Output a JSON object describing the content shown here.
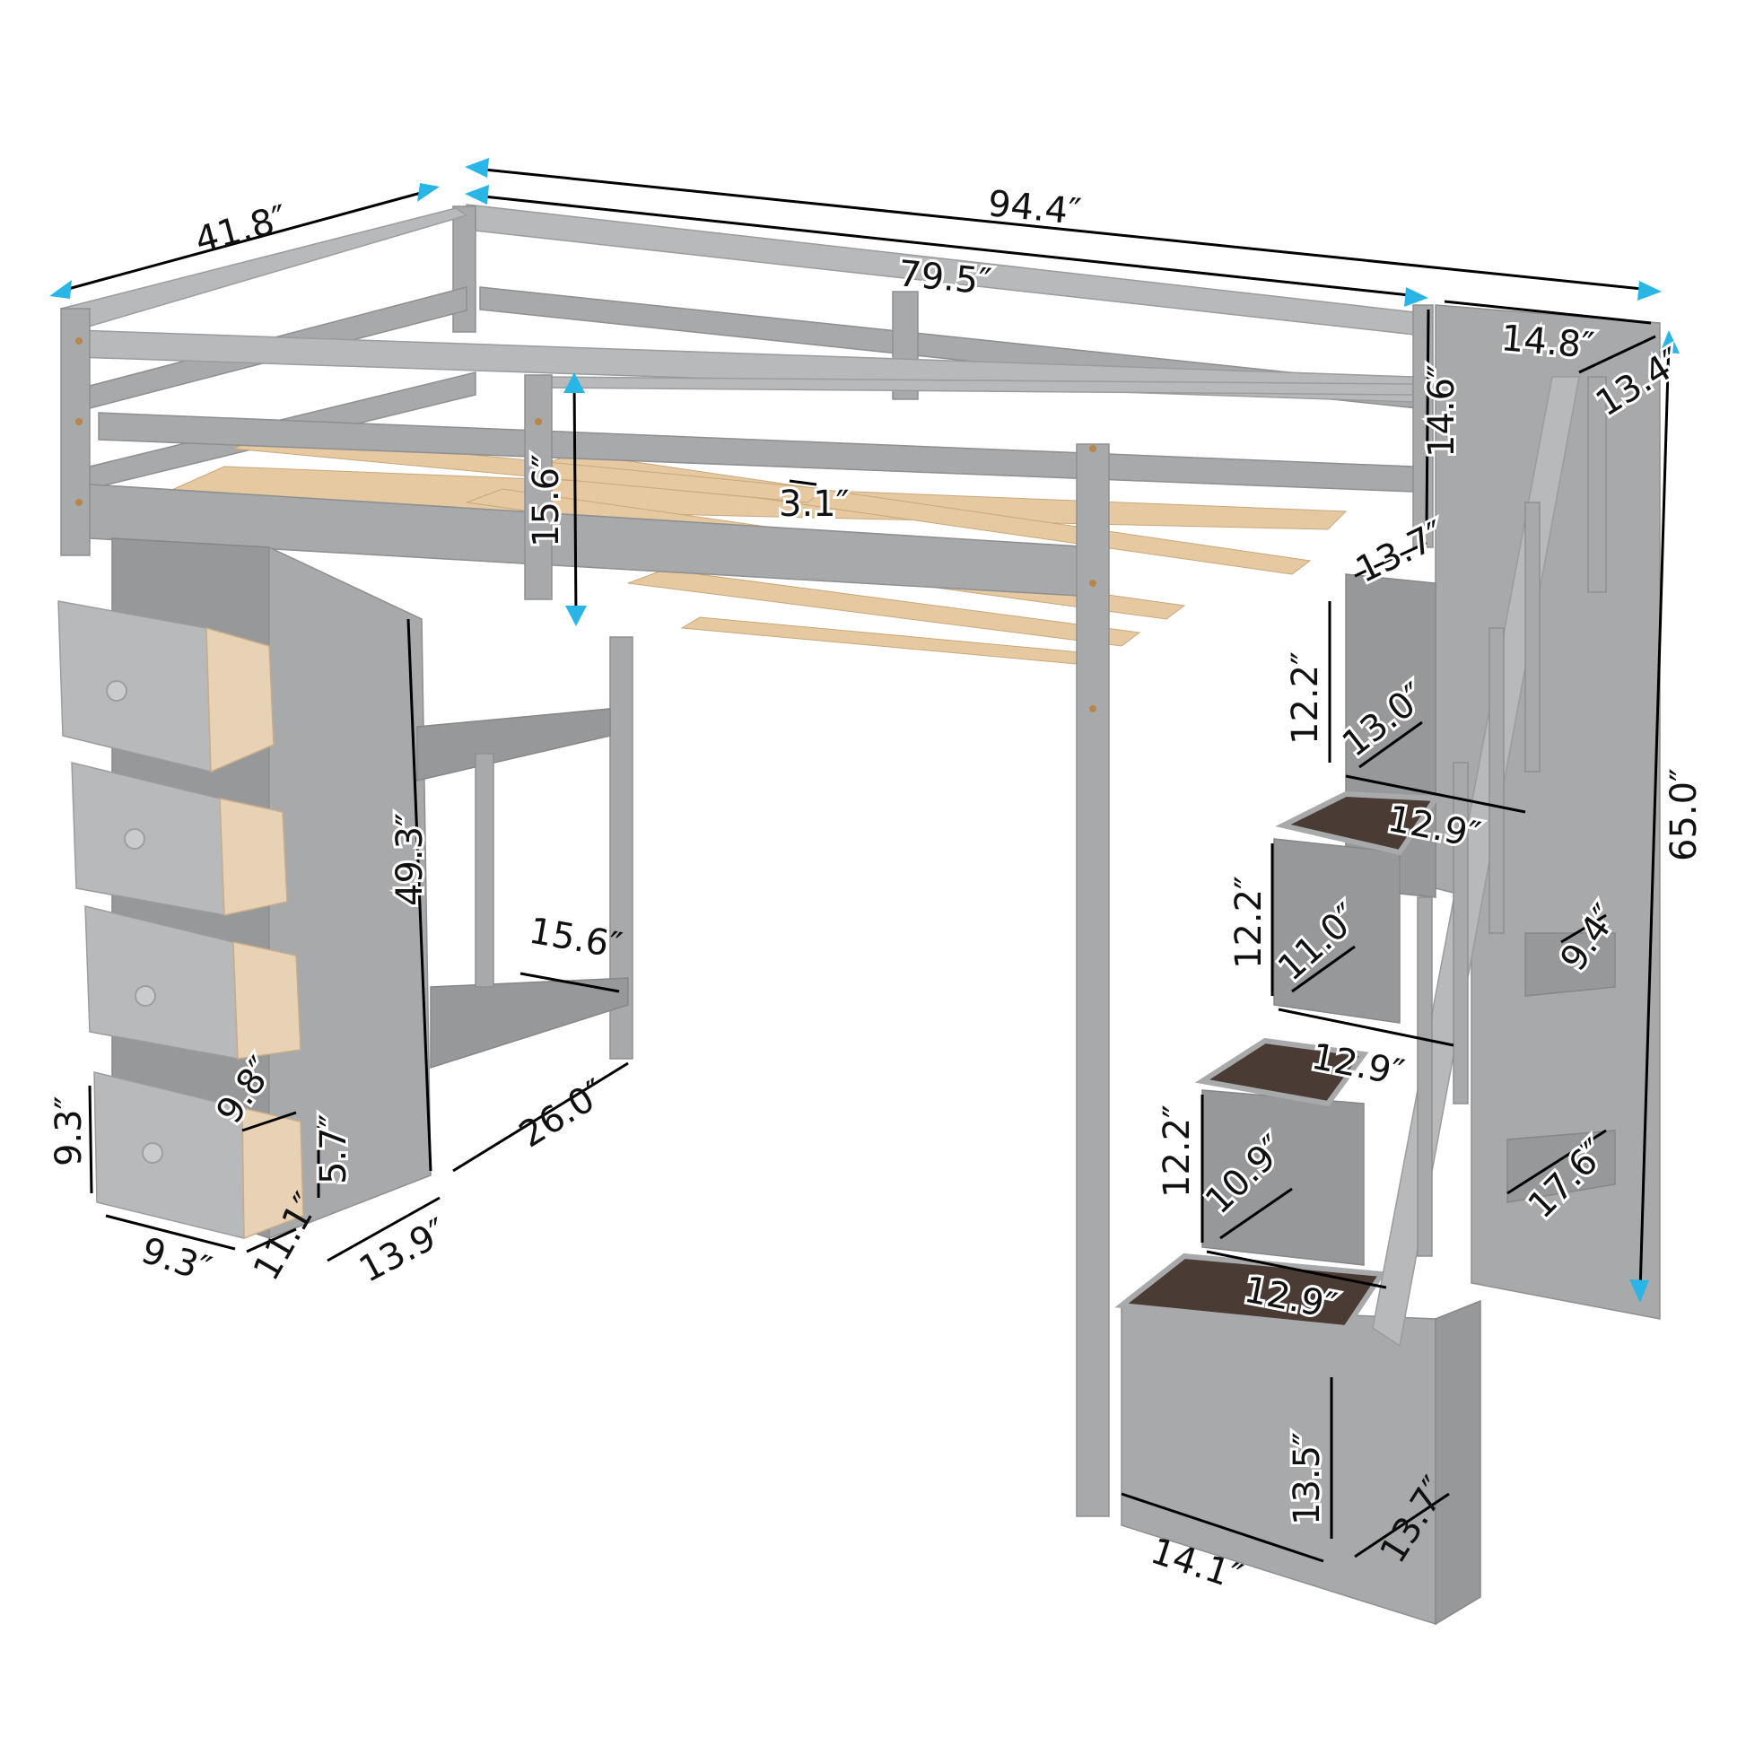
{
  "diagram": {
    "subject": "Gray loft bed with staircase, storage drawers and desk shelving",
    "colors": {
      "frame": "#a7a9ab",
      "slats": "#e6c9a0",
      "drawer_interior": "#e8d2b6",
      "step_tops": "#4a3b35",
      "dimension_arrows": "#29b6e6",
      "dimension_lines": "#000000",
      "background": "#ffffff"
    },
    "unit_symbol": "″"
  },
  "dimensions": {
    "overall_length": "94.4″",
    "overall_width": "41.8″",
    "overall_height": "65.0″",
    "mattress_length": "79.5″",
    "guardrail_height": "15.6″",
    "slat_gap": "3.1″",
    "stair_top_width": "14.8″",
    "stair_top_depth": "13.4″",
    "stair_rail_height": "14.6″",
    "stair_top_step_depth": "13.7″",
    "step1_rise": "12.2″",
    "step1_depth": "13.0″",
    "step1_width": "12.9″",
    "step2_rise": "12.2″",
    "step2_depth": "11.0″",
    "step2_width": "12.9″",
    "step3_rise": "12.2″",
    "step3_depth": "10.9″",
    "step3_width": "12.9″",
    "stair_shelf_upper": "9.4″",
    "stair_shelf_lower": "17.6″",
    "storage_box_height": "13.5″",
    "storage_box_width": "14.1″",
    "storage_box_depth": "13.7″",
    "drawer_height": "9.3″",
    "drawer_width": "9.3″",
    "drawer_depth": "9.8″",
    "drawer_inner_height": "5.7″",
    "dresser_depth": "11.1″",
    "dresser_width": "13.9″",
    "desk_clearance": "49.3″",
    "desk_shelf_depth": "15.6″",
    "desk_width": "26.0″"
  }
}
